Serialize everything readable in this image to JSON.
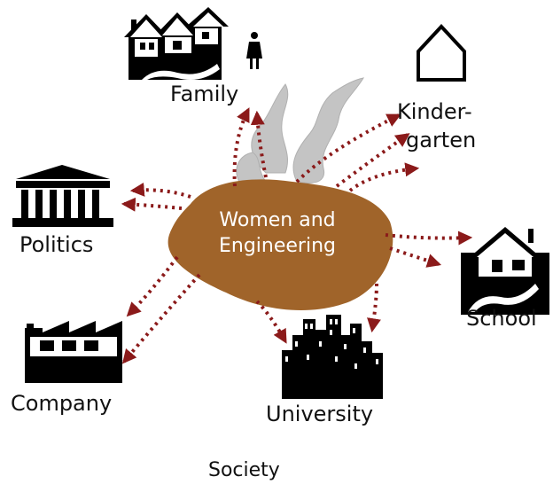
{
  "center": {
    "line1": "Women and",
    "line2": "Engineering"
  },
  "nodes": {
    "family": "Family",
    "kindergarten_line1": "Kinder-",
    "kindergarten_line2": "garten",
    "politics": "Politics",
    "school": "School",
    "company": "Company",
    "university": "University"
  },
  "footer": {
    "society": "Society"
  },
  "colors": {
    "blob": "#a0642a",
    "arrow": "#8b1a1a",
    "smoke": "#c8c8c8",
    "ink": "#000000"
  },
  "icons": [
    "houses-icon",
    "woman-icon",
    "house-outline-icon",
    "building-columns-icon",
    "school-house-icon",
    "factory-icon",
    "city-skyline-icon"
  ]
}
